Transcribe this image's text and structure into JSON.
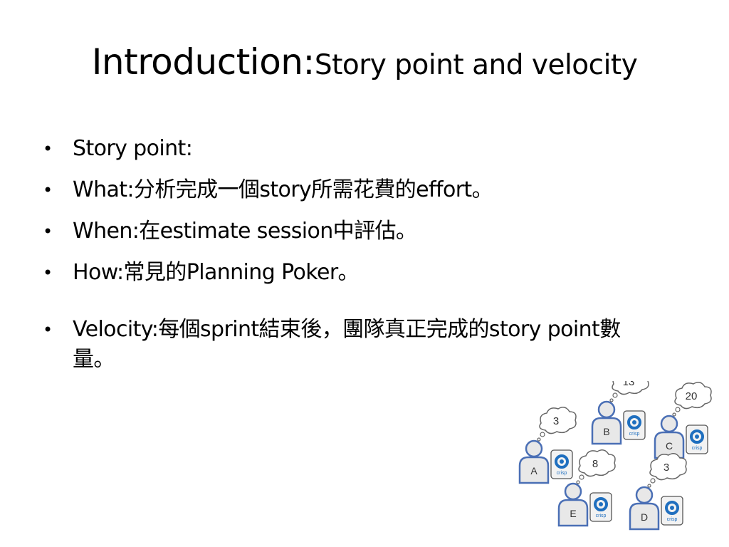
{
  "slide": {
    "title_main": "Introduction:",
    "title_sub": "Story point and velocity",
    "bullet_glyph": "•",
    "bullets": [
      "Story point:",
      "What:分析完成一個story所需花費的effort。",
      "When:在estimate session中評估。",
      "How:常見的Planning Poker。",
      "Velocity:每個sprint結束後，團隊真正完成的story point數量。"
    ]
  },
  "poker_illustration": {
    "players": [
      {
        "label": "A",
        "estimate": "3"
      },
      {
        "label": "B",
        "estimate": "13"
      },
      {
        "label": "C",
        "estimate": "20"
      },
      {
        "label": "D",
        "estimate": "3"
      },
      {
        "label": "E",
        "estimate": "8"
      }
    ],
    "card_logo_text": "crisp",
    "colors": {
      "outline": "#4a6fb5",
      "card_blue": "#1f6fbf",
      "bubble_stroke": "#666666"
    }
  }
}
